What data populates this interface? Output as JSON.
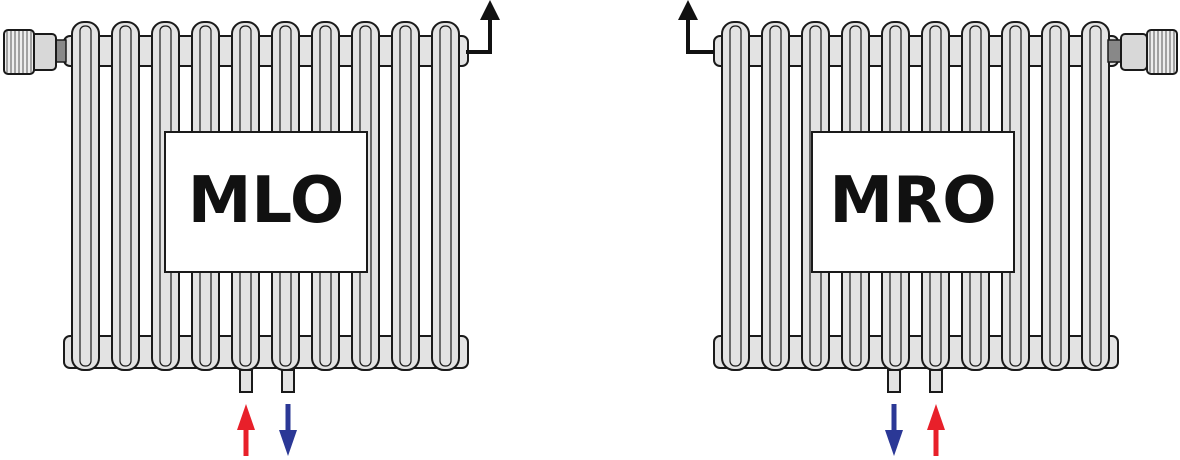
{
  "diagrams": [
    {
      "id": "left",
      "label": "MLO",
      "valve_side": "left",
      "outlet_side": "right",
      "sections": 10,
      "bottom_connections": [
        {
          "flow": "in",
          "color": "#e8202a"
        },
        {
          "flow": "out",
          "color": "#2b3896"
        }
      ]
    },
    {
      "id": "right",
      "label": "MRO",
      "valve_side": "right",
      "outlet_side": "left",
      "sections": 10,
      "bottom_connections": [
        {
          "flow": "out",
          "color": "#2b3896"
        },
        {
          "flow": "in",
          "color": "#e8202a"
        }
      ]
    }
  ],
  "colors": {
    "body": "#e3e3e3",
    "outline": "#1a1a1a",
    "hot": "#e8202a",
    "cold": "#2b3896",
    "pipe": "#111111",
    "label_box": "#ffffff"
  }
}
